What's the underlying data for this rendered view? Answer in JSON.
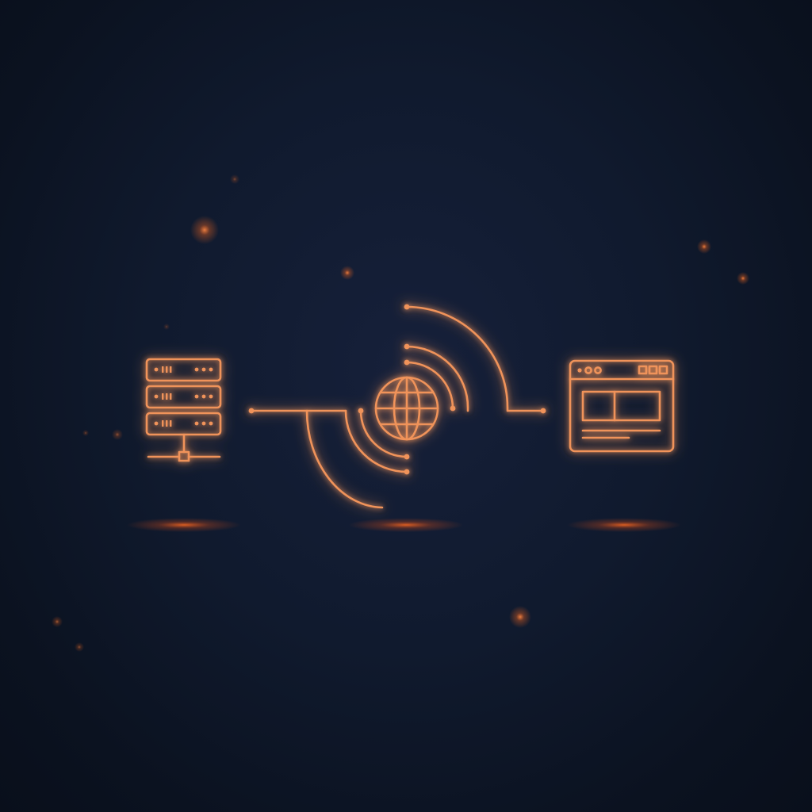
{
  "scene": {
    "background_color": "#0c1322",
    "accent_color": "#f0935a",
    "glow_color": "#ff6a1f"
  },
  "nodes": [
    {
      "id": "server",
      "icon": "server-rack-icon"
    },
    {
      "id": "network",
      "icon": "globe-icon"
    },
    {
      "id": "client",
      "icon": "browser-window-icon"
    }
  ],
  "connections": [
    {
      "from": "server",
      "to": "network",
      "icon": "connection-line"
    },
    {
      "from": "network",
      "to": "client",
      "icon": "connection-line"
    }
  ],
  "decorations": {
    "signal_arcs": "wireless-signal-arcs",
    "ambient_particles": "glowing-particles"
  }
}
